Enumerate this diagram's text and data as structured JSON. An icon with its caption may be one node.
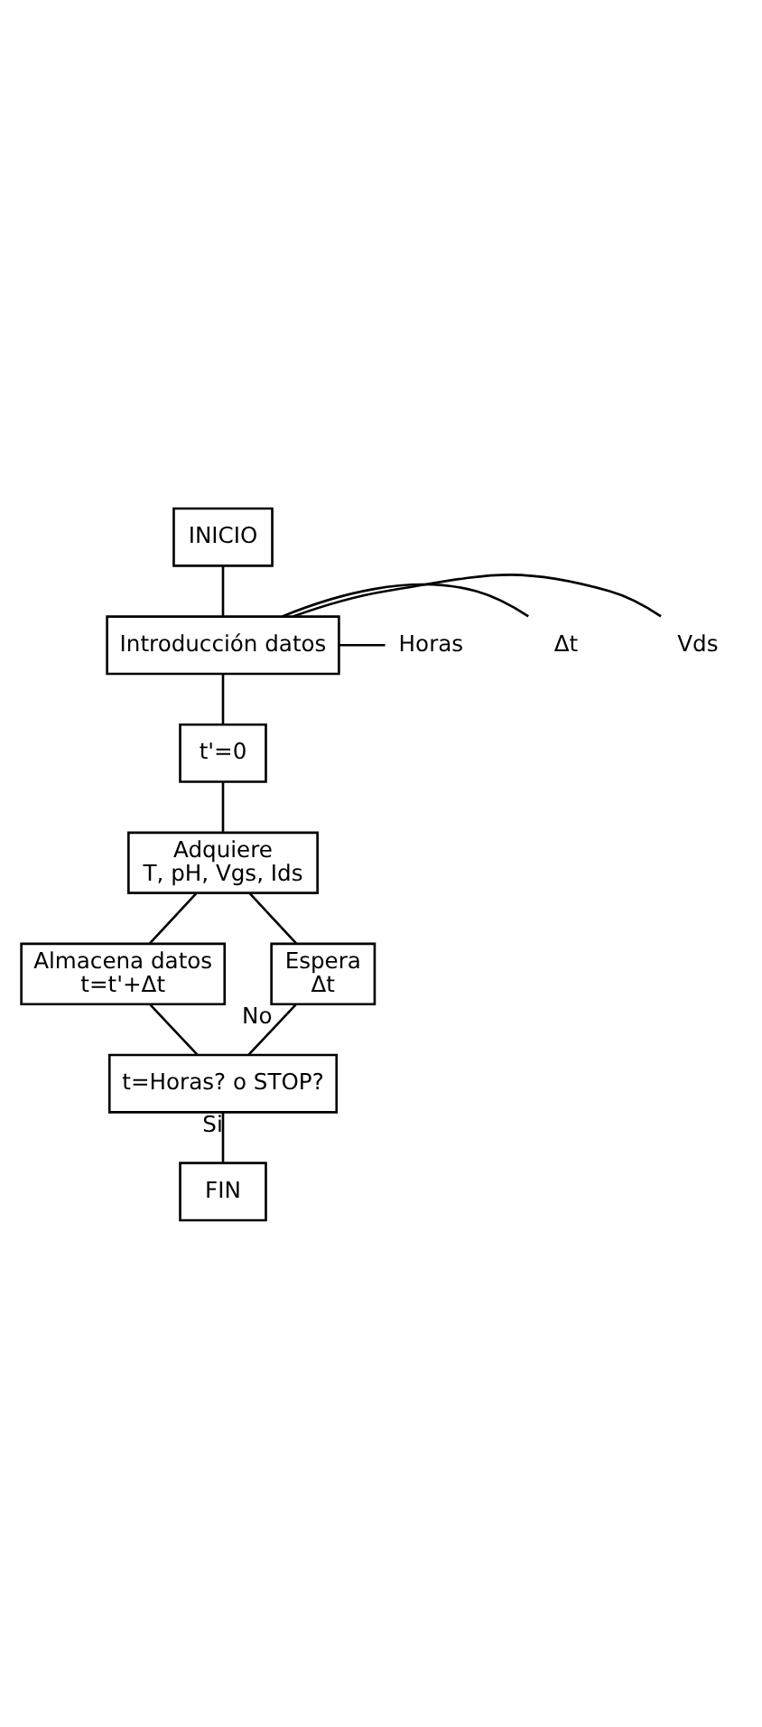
{
  "diagram": {
    "nodes": [
      {
        "text": [
          "INICIO"
        ]
      },
      {
        "text": [
          "Introducción datos"
        ]
      },
      {
        "text": [
          "Vds"
        ]
      },
      {
        "text": [
          "Δt"
        ]
      },
      {
        "text": [
          "Horas"
        ]
      },
      {
        "text": [
          "t'=0"
        ]
      },
      {
        "text": [
          "Adquiere",
          "T, pH, Vgs, Ids"
        ]
      },
      {
        "text": [
          "Almacena datos",
          "t=t'+Δt"
        ]
      },
      {
        "text": [
          "Espera",
          "Δt"
        ]
      },
      {
        "text": [
          "t=Horas? o STOP?"
        ]
      },
      {
        "text": [
          "FIN"
        ]
      }
    ],
    "edges": [
      {
        "from": 0,
        "to": 1,
        "arrow": "none"
      },
      {
        "from": 1,
        "to": 2,
        "arrow": "none"
      },
      {
        "from": 1,
        "to": 3,
        "arrow": "none"
      },
      {
        "from": 1,
        "to": 4,
        "arrow": "none"
      },
      {
        "from": 1,
        "to": 5,
        "arrow": "none"
      },
      {
        "from": 5,
        "to": 6,
        "arrow": "none"
      },
      {
        "from": 6,
        "to": 7,
        "arrow": "none"
      },
      {
        "from": 7,
        "to": 9,
        "arrow": "none"
      },
      {
        "from": 9,
        "to": 10,
        "label": "Si",
        "arrow": "none"
      },
      {
        "from": 9,
        "to": 8,
        "label": "No",
        "arrow": "none"
      },
      {
        "from": 8,
        "to": 6,
        "arrow": "none"
      }
    ]
  }
}
